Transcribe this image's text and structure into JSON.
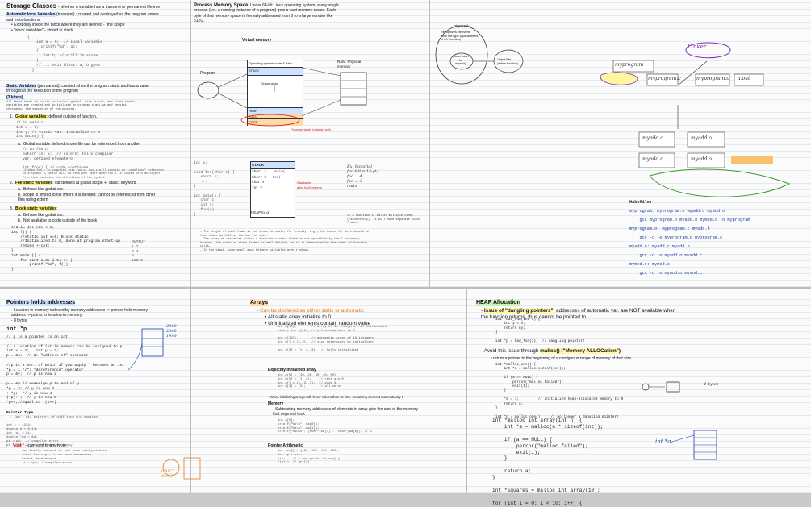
{
  "col1": {
    "storage_title": "Storage Classes",
    "storage_intro": " - whether a variable has a transient or permanent lifetime",
    "auto_label": "Automatic/local Variables",
    "auto_desc": " (transient) : created and destroyed as the program enters\nand exits functions",
    "auto_bullet1": "Exist only inside the block where they are defined - \"the scope\"",
    "auto_bullet2": "\"stack variables\" - stored in stack",
    "static_label": "Static Variables",
    "static_desc": " (permanent): created when the program starts and has a value\nthroughout the execution of the program",
    "static_badge": "(3 kinds)",
    "global_label": "Global variables",
    "global_desc": ": defined outside of function.",
    "global_a": "Global variable defined in one file can be referenced from another",
    "file_label": "File static variables",
    "file_desc": ": var defined at global scope + \"static\" keyword",
    "file_a": "Behave like global var.",
    "file_b": "scope is limited to file where it is defined: cannot be referenced from other\nfiles using extern",
    "block_label": "Block static variables",
    "block_desc": ":",
    "block_a": "Behave like global var.",
    "block_b": "Not available to code outside of the block",
    "pointers_title": "Pointers holds addresses",
    "pointers_b1": "Location in memory indexed by memory addresses -> pointer hold memory\naddress -> points to location in memory",
    "pointers_b2": "8 bytes",
    "ptr_decl": "int *p",
    "pointer_type": "Pointer Type",
    "pointer_type_b": "Can't mix pointers of diff type w/o casting",
    "void_label": "Void *",
    "void_desc": "- can point to any type;"
  },
  "col2": {
    "pms_title": "Process Memory Space",
    "pms_desc": ": Under 64-bit Linux operating system, every single\nprocess (i.e., a running instance of a program) gets a vast memory space. Each\nbyte of that memory space is formally addressed from 0 to a large number like\n512G.",
    "program": "Program",
    "virtual_memory": "Virtual memory",
    "os_label": "Operating system code & data",
    "stack_label": "STACK",
    "grows_down": "Grows down",
    "heap_label": "HEAP",
    "data_label": "DATA",
    "code_label": "CODE",
    "ram_label": "RAM: Physical\nmemory",
    "program_starts": "Program starts to begin with",
    "stack_title": "STACK",
    "heap_int": "HEAP int g",
    "arrays_title": "Arrays",
    "arrays_b1": "Can be declared as either static or automatic",
    "arrays_b2": "All static array initialize to 0",
    "arrays_b3": "Uninitialized elements contain random value",
    "explicit_init": "Explicitly initialized array",
    "memory_title": "Memory",
    "memory_b1": "Subtracting memory addresses of elements in array give the size of the memory\nthat segment took",
    "pointer_arith": "Pointer Arithmetic"
  },
  "col3": {
    "object_file": "Object File",
    "placeholder": "Placeholder\nfor\nmyadd()",
    "object_file2": "Object File\n(define function)",
    "recognizes": "Recognizes the name\n(with the type & parameters\nof the function)",
    "heap_title": "HEAP Allocation",
    "dangling_label": "Issue of \"dangling pointers\"",
    "dangling_desc": ": addresses of automatic var. are NOT available when\nthe function returns, thus cannot be pointed to",
    "avoid_label": "Avoid this issue through ",
    "malloc_label": "malloc() (\"Memory ALLOCation\")",
    "avoid_sub": "return a pointer to the beginning of a contiguous range of memory of that size"
  },
  "col4": {
    "myprogram": "myprogram",
    "myprogram_c": "myprogram.c",
    "myprogram_o": "myprogram.o",
    "myadd_c": "myadd.c",
    "myadd_o": "myadd.o",
    "a_out": "a.out",
    "linker": "Linker",
    "makefile": "Makefile:",
    "mk1": "myprogram: myprogram.o myadd.o mymod.o",
    "mk2": "    gcc myprogram.o myadd.o mymod.o -o myprogram",
    "mk3": "myprogram.o: myprogram.c myadd.h",
    "mk4": "    gcc -c -o myprogram.o myprogram.c",
    "mk5": "myadd.o: myadd.c myadd.h",
    "mk6": "    gcc -c -o myadd.o myadd.c",
    "mk7": "mymod.o: mymod.c",
    "mk8": "    gcc -c -o mymod.o mymod.c"
  },
  "code": {
    "malloc_fn": "int *malloc_int_array(int n) {\n    int *a = malloc(n * sizeof(int));\n\n    if (a == NULL) {\n        perror(\"malloc failed\");\n        exit(1);\n    }\n\n    return a;\n}\n\nint *squares = malloc_int_array(10);\n\nfor (int i = 0; i < 10; i++) {",
    "dangling_fn": "int *bad_fun(int x) {\n    int y = x;\n    return &y;\n}\n\nint *p = bad_fun(3);  // dangling pointer!",
    "static_code": "static int cnt = 0;\nint f() {\n    //static int x=0; Block static\n    //Initialized to 0, done at program start-up\n    return ++cnt;\n}\nint main () {\n    for (int i=0; i<5; i++)\n        printf(\"%d\", f());\n}"
  }
}
